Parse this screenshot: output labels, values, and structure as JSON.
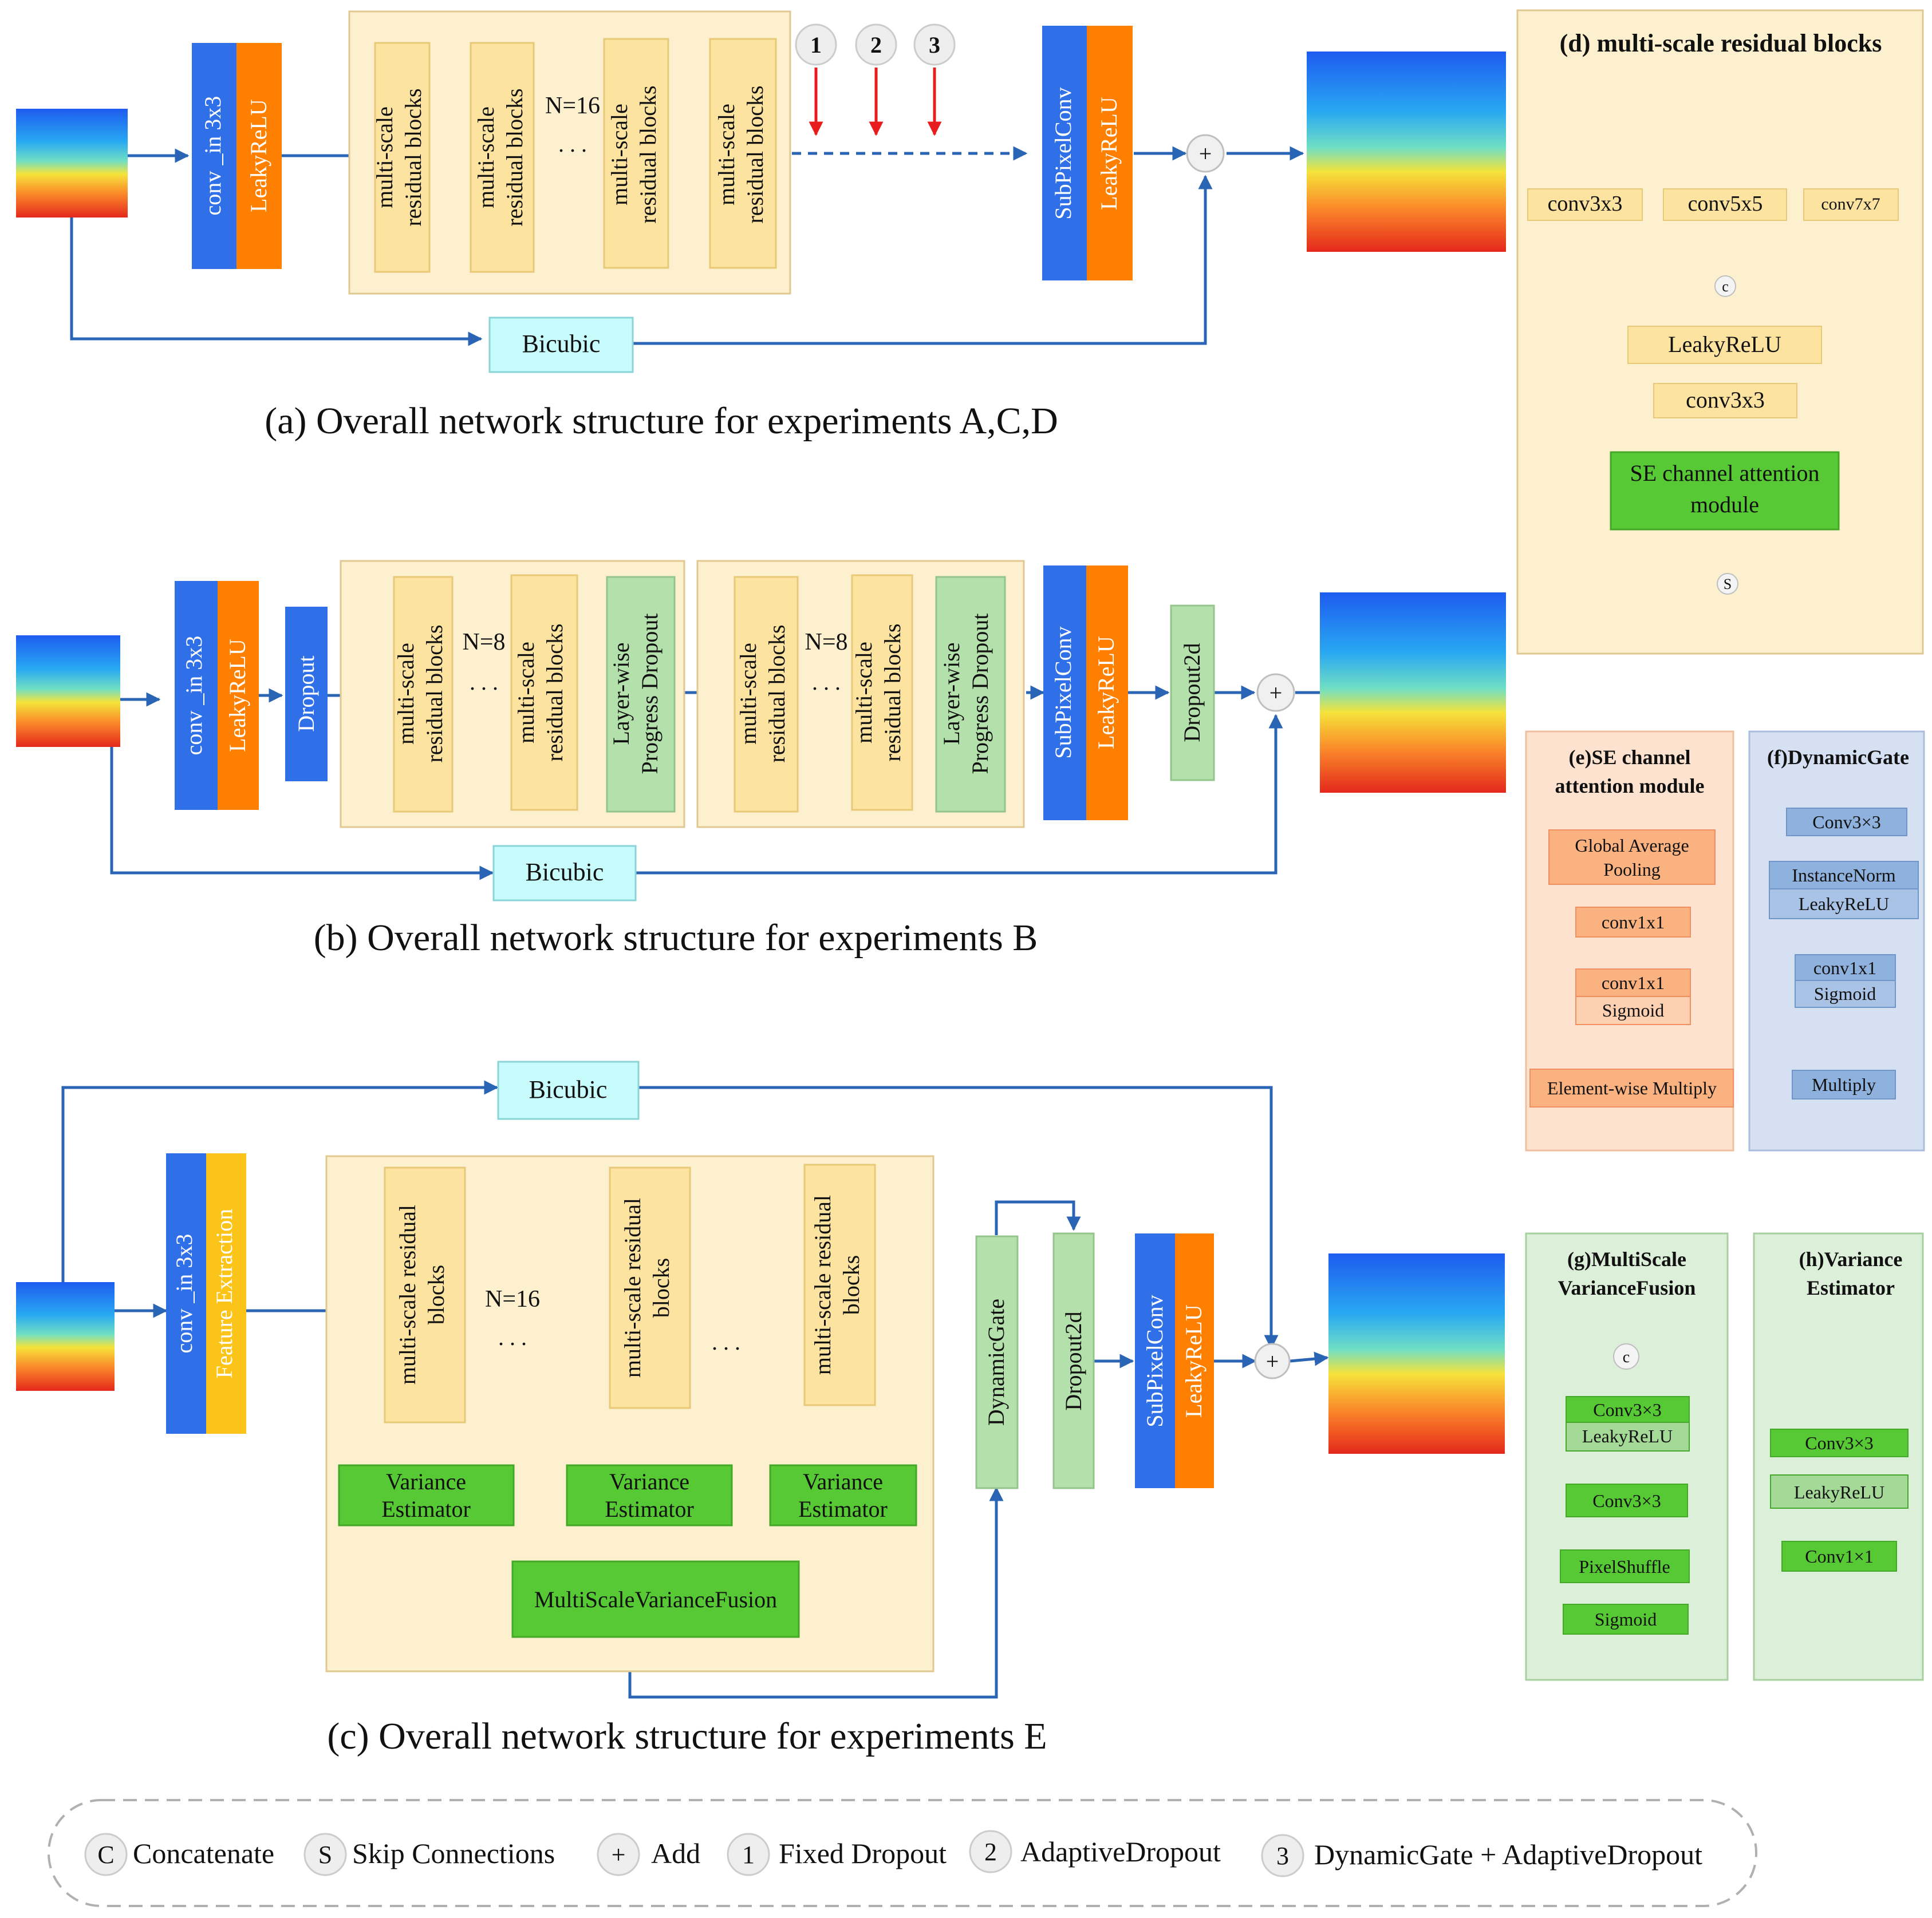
{
  "colors": {
    "blue": "#2f6fe8",
    "orange": "#ff8000",
    "panel": "#fdf0cf",
    "block": "#fde3a0",
    "bicubic": "#c8fbfc",
    "green": "#56c934",
    "lightgreen": "#b4e0ac",
    "yellowgold": "#fcc419",
    "arrow": "#2a64b5",
    "red": "#e81c1c"
  },
  "panel_a": {
    "caption": "(a) Overall network structure for experiments A,C,D",
    "conv_in": "conv _in 3x3",
    "leaky": "LeakyReLU",
    "block_line1": "multi-scale",
    "block_line2": "residual blocks",
    "n_label": "N=16",
    "dots": ". . .",
    "markers": [
      "1",
      "2",
      "3"
    ],
    "subpixel": "SubPixelConv",
    "leaky2": "LeakyReLU",
    "add": "+",
    "bicubic": "Bicubic"
  },
  "panel_b": {
    "caption": "(b) Overall network structure for experiments B",
    "conv_in": "conv _in 3x3",
    "leaky": "LeakyReLU",
    "dropout": "Dropout",
    "block_line1": "multi-scale",
    "block_line2": "residual blocks",
    "n_label": "N=8",
    "dots": ". . .",
    "lw_line1": "Layer-wise",
    "lw_line2": "Progress Dropout",
    "subpixel": "SubPixelConv",
    "leaky2": "LeakyReLU",
    "dropout2d": "Dropout2d",
    "add": "+",
    "bicubic": "Bicubic"
  },
  "panel_c": {
    "caption": "(c) Overall network structure for experiments E",
    "conv_in": "conv _in 3x3",
    "feature": "Feature Extraction",
    "block_line1": "multi-scale residual",
    "block_line2": "blocks",
    "n_label": "N=16",
    "dots": ". . .",
    "ve_line1": "Variance",
    "ve_line2": "Estimator",
    "msvf": "MultiScaleVarianceFusion",
    "dynamicgate": "DynamicGate",
    "dropout2d": "Dropout2d",
    "subpixel": "SubPixelConv",
    "leaky2": "LeakyReLU",
    "add": "+",
    "bicubic": "Bicubic"
  },
  "panel_d": {
    "title": "(d) multi-scale residual blocks",
    "conv3": "conv3x3",
    "conv5": "conv5x5",
    "conv7": "conv7x7",
    "concat": "c",
    "leaky": "LeakyReLU",
    "conv3b": "conv3x3",
    "se_line1": "SE channel attention",
    "se_line2": "module",
    "skip": "S"
  },
  "panel_e": {
    "title_line1": "(e)SE channel",
    "title_line2": "attention module",
    "gap_line1": "Global Average",
    "gap_line2": "Pooling",
    "conv1": "conv1x1",
    "conv1b": "conv1x1",
    "sigmoid": "Sigmoid",
    "multiply": "Element-wise Multiply"
  },
  "panel_f": {
    "title": "(f)DynamicGate",
    "conv3": "Conv3×3",
    "instnorm": "InstanceNorm",
    "leaky": "LeakyReLU",
    "conv1": "conv1x1",
    "sigmoid": "Sigmoid",
    "multiply": "Multiply"
  },
  "panel_g": {
    "title_line1": "(g)MultiScale",
    "title_line2": "VarianceFusion",
    "concat": "c",
    "conv3": "Conv3×3",
    "leaky": "LeakyReLU",
    "conv3b": "Conv3×3",
    "pixelshuffle": "PixelShuffle",
    "sigmoid": "Sigmoid"
  },
  "panel_h": {
    "title_line1": "(h)Variance",
    "title_line2": "Estimator",
    "conv3": "Conv3×3",
    "leaky": "LeakyReLU",
    "conv1": "Conv1×1"
  },
  "legend": {
    "c_symbol": "C",
    "c_label": "Concatenate",
    "s_symbol": "S",
    "s_label": "Skip Connections",
    "add_symbol": "+",
    "add_label": "Add",
    "one": "1",
    "one_label": "Fixed Dropout",
    "two": "2",
    "two_label": "AdaptiveDropout",
    "three": "3",
    "three_label": "DynamicGate + AdaptiveDropout"
  }
}
